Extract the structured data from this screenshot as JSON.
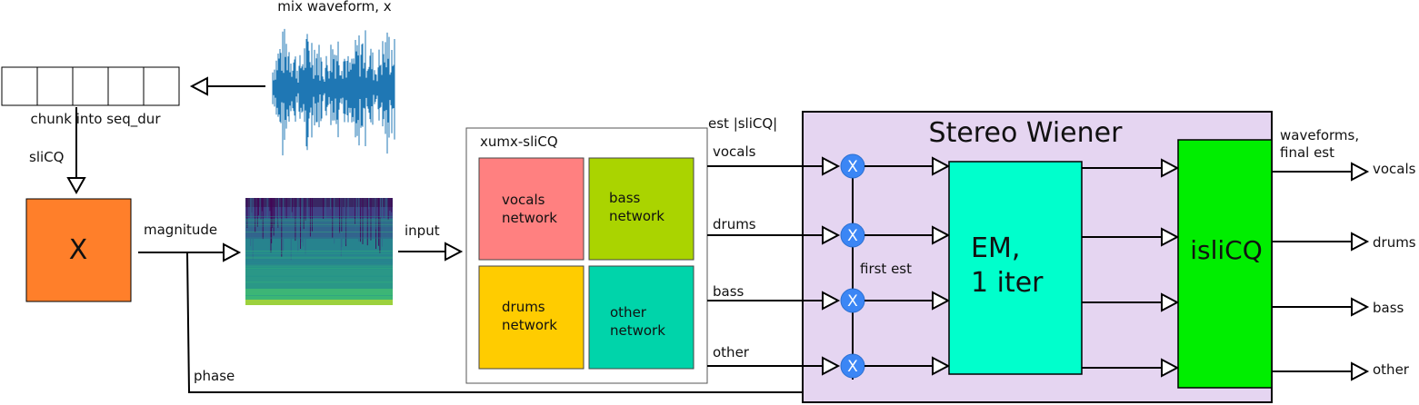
{
  "waveform": {
    "caption": "mix waveform, x",
    "color": "#1f77b4"
  },
  "chunker": {
    "caption": "chunk into seq_dur",
    "cell_count": 5
  },
  "transform": {
    "arrow_label": "sliCQ",
    "block_label": "X",
    "color": "#ff7f2a"
  },
  "magnitude_label": "magnitude",
  "phase_label": "phase",
  "input_label": "input",
  "network": {
    "title": "xumx-sliCQ",
    "cells": [
      {
        "line1": "vocals",
        "line2": "network",
        "color": "#ff8080"
      },
      {
        "line1": "bass",
        "line2": "network",
        "color": "#aad400"
      },
      {
        "line1": "drums",
        "line2": "network",
        "color": "#ffcc00"
      },
      {
        "line1": "other",
        "line2": "network",
        "color": "#00d4aa"
      }
    ]
  },
  "est_label": "est |sliCQ|",
  "sources": [
    "vocals",
    "drums",
    "bass",
    "other"
  ],
  "first_est_label": "first est",
  "multiply_symbol": "X",
  "wiener": {
    "title": "Stereo Wiener",
    "color": "#e5d5f1",
    "em_line1": "EM,",
    "em_line2": "1 iter",
    "em_color": "#00ffcc",
    "islicq_label": "isliCQ",
    "islicq_color": "#00ee00"
  },
  "output_label_line1": "waveforms,",
  "output_label_line2": "final est",
  "outputs": [
    "vocals",
    "drums",
    "bass",
    "other"
  ],
  "spectrogram": {
    "colormap": "viridis"
  }
}
